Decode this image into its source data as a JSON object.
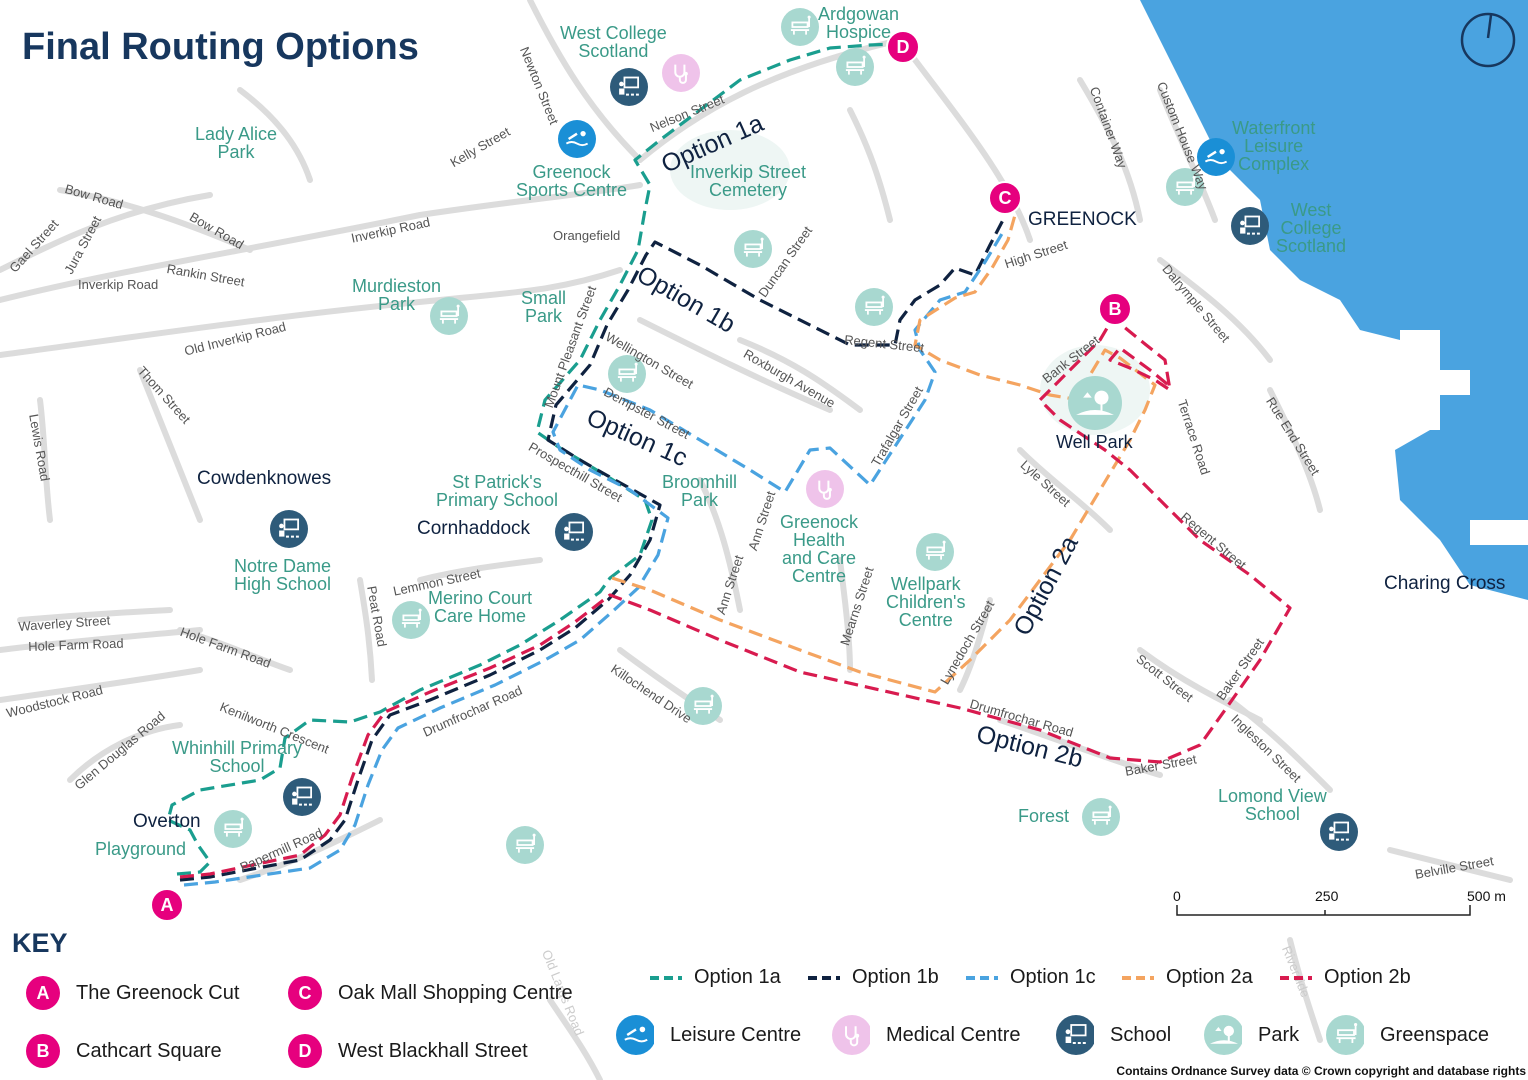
{
  "title": "Final Routing Options",
  "markers": {
    "a": "A",
    "b": "B",
    "c": "C",
    "d": "D"
  },
  "places": {
    "west_college_1": [
      "West College",
      "Scotland"
    ],
    "ardgowan": [
      "Ardgowan",
      "Hospice"
    ],
    "lady_alice": [
      "Lady Alice",
      "Park"
    ],
    "greenock_sports": [
      "Greenock",
      "Sports Centre"
    ],
    "inverkip_cemetery": [
      "Inverkip Street",
      "Cemetery"
    ],
    "waterfront": [
      "Waterfront",
      "Leisure",
      "Complex"
    ],
    "west_college_2": [
      "West",
      "College",
      "Scotland"
    ],
    "murdieston": [
      "Murdieston",
      "Park"
    ],
    "small_park": [
      "Small",
      "Park"
    ],
    "st_patricks": [
      "St Patrick's",
      "Primary School"
    ],
    "broomhill": [
      "Broomhill",
      "Park"
    ],
    "greenock_health": [
      "Greenock",
      "Health",
      "and Care",
      "Centre"
    ],
    "well_park": "Well Park",
    "wellpark_children": [
      "Wellpark",
      "Children's",
      "Centre"
    ],
    "notre_dame": [
      "Notre Dame",
      "High School"
    ],
    "merino": [
      "Merino Court",
      "Care Home"
    ],
    "whinhill": [
      "Whinhill Primary",
      "School"
    ],
    "playground": "Playground",
    "forest": "Forest",
    "lomond": [
      "Lomond View",
      "School"
    ]
  },
  "districts": {
    "greenock": "GREENOCK",
    "cowdenknowes": "Cowdenknowes",
    "cornhaddock": "Cornhaddock",
    "charing_cross": "Charing Cross",
    "overton": "Overton"
  },
  "streets": {
    "newton": "Newton Street",
    "nelson": "Nelson Street",
    "kelly": "Kelly Street",
    "bow1": "Bow Road",
    "bow2": "Bow Road",
    "gael": "Gael Street",
    "jura": "Jura Street",
    "inverkip1": "Inverkip Road",
    "inverkip2": "Inverkip Road",
    "rankin": "Rankin Street",
    "orangefield": "Orangefield",
    "old_inverkip": "Old Inverkip Road",
    "thom": "Thom Street",
    "lewis": "Lewis Road",
    "container": "Container Way",
    "custom_house": "Custom House Way",
    "dalrymple": "Dalrymple Street",
    "rue_end": "Rue End Street",
    "duncan": "Duncan Street",
    "high": "High Street",
    "mount_pleasant": "Mount Pleasant Street",
    "wellington": "Wellington Street",
    "roxburgh": "Roxburgh Avenue",
    "regent1": "Regent Street",
    "bank": "Bank Street",
    "terrace": "Terrace Road",
    "dempster": "Dempster Street",
    "trafalgar": "Trafalgar Street",
    "prospecthill": "Prospecthill Street",
    "lyle": "Lyle Street",
    "regent2": "Regent Street",
    "ann1": "Ann Street",
    "ann2": "Ann Street",
    "lemmon": "Lemmon Street",
    "peat": "Peat Road",
    "mearns": "Mearns Street",
    "lynedoch": "Lynedoch Street",
    "waverley": "Waverley Street",
    "hole_farm1": "Hole Farm Road",
    "hole_farm2": "Hole Farm Road",
    "woodstock": "Woodstock Road",
    "kenilworth": "Kenilworth Crescent",
    "glen_douglas": "Glen Douglas Road",
    "drumfrochar1": "Drumfrochar Road",
    "drumfrochar2": "Drumfrochar Road",
    "killochend": "Killochend Drive",
    "scott": "Scott Street",
    "baker1": "Baker Street",
    "baker2": "Baker Street",
    "ingleston": "Ingleston Street",
    "belville": "Belville Street",
    "papermill": "Papermill Road",
    "old_largs": "Old Largs Road",
    "riverside": "Riverside"
  },
  "option_labels": {
    "o1a": "Option 1a",
    "o1b": "Option 1b",
    "o1c": "Option 1c",
    "o2a": "Option 2a",
    "o2b": "Option 2b"
  },
  "key": {
    "title": "KEY",
    "items": [
      {
        "letter": "A",
        "label": "The Greenock Cut"
      },
      {
        "letter": "B",
        "label": "Cathcart Square"
      },
      {
        "letter": "C",
        "label": "Oak Mall Shopping Centre"
      },
      {
        "letter": "D",
        "label": "West Blackhall Street"
      }
    ],
    "routes": [
      {
        "name": "Option 1a",
        "color": "#1a9e8f"
      },
      {
        "name": "Option 1b",
        "color": "#0f2240"
      },
      {
        "name": "Option 1c",
        "color": "#4aa3e0"
      },
      {
        "name": "Option 2a",
        "color": "#f4a460"
      },
      {
        "name": "Option 2b",
        "color": "#d81b4f"
      }
    ],
    "icons": [
      {
        "name": "leisure-centre-icon",
        "label": "Leisure Centre",
        "color": "#1a8fd6"
      },
      {
        "name": "medical-centre-icon",
        "label": "Medical Centre",
        "color": "#e8b3e0"
      },
      {
        "name": "school-icon",
        "label": "School",
        "color": "#2e5b7a"
      },
      {
        "name": "park-icon",
        "label": "Park",
        "color": "#a8d8d0"
      },
      {
        "name": "greenspace-icon",
        "label": "Greenspace",
        "color": "#a8d8d0"
      }
    ]
  },
  "scale": {
    "labels": [
      "0",
      "250",
      "500 m"
    ]
  },
  "credit": "Contains Ordnance Survey data © Crown copyright and database rights",
  "colors": {
    "marker": "#e6007e",
    "water": "#4aa3e0",
    "title": "#17375e",
    "poi_text": "#3a9a88"
  }
}
